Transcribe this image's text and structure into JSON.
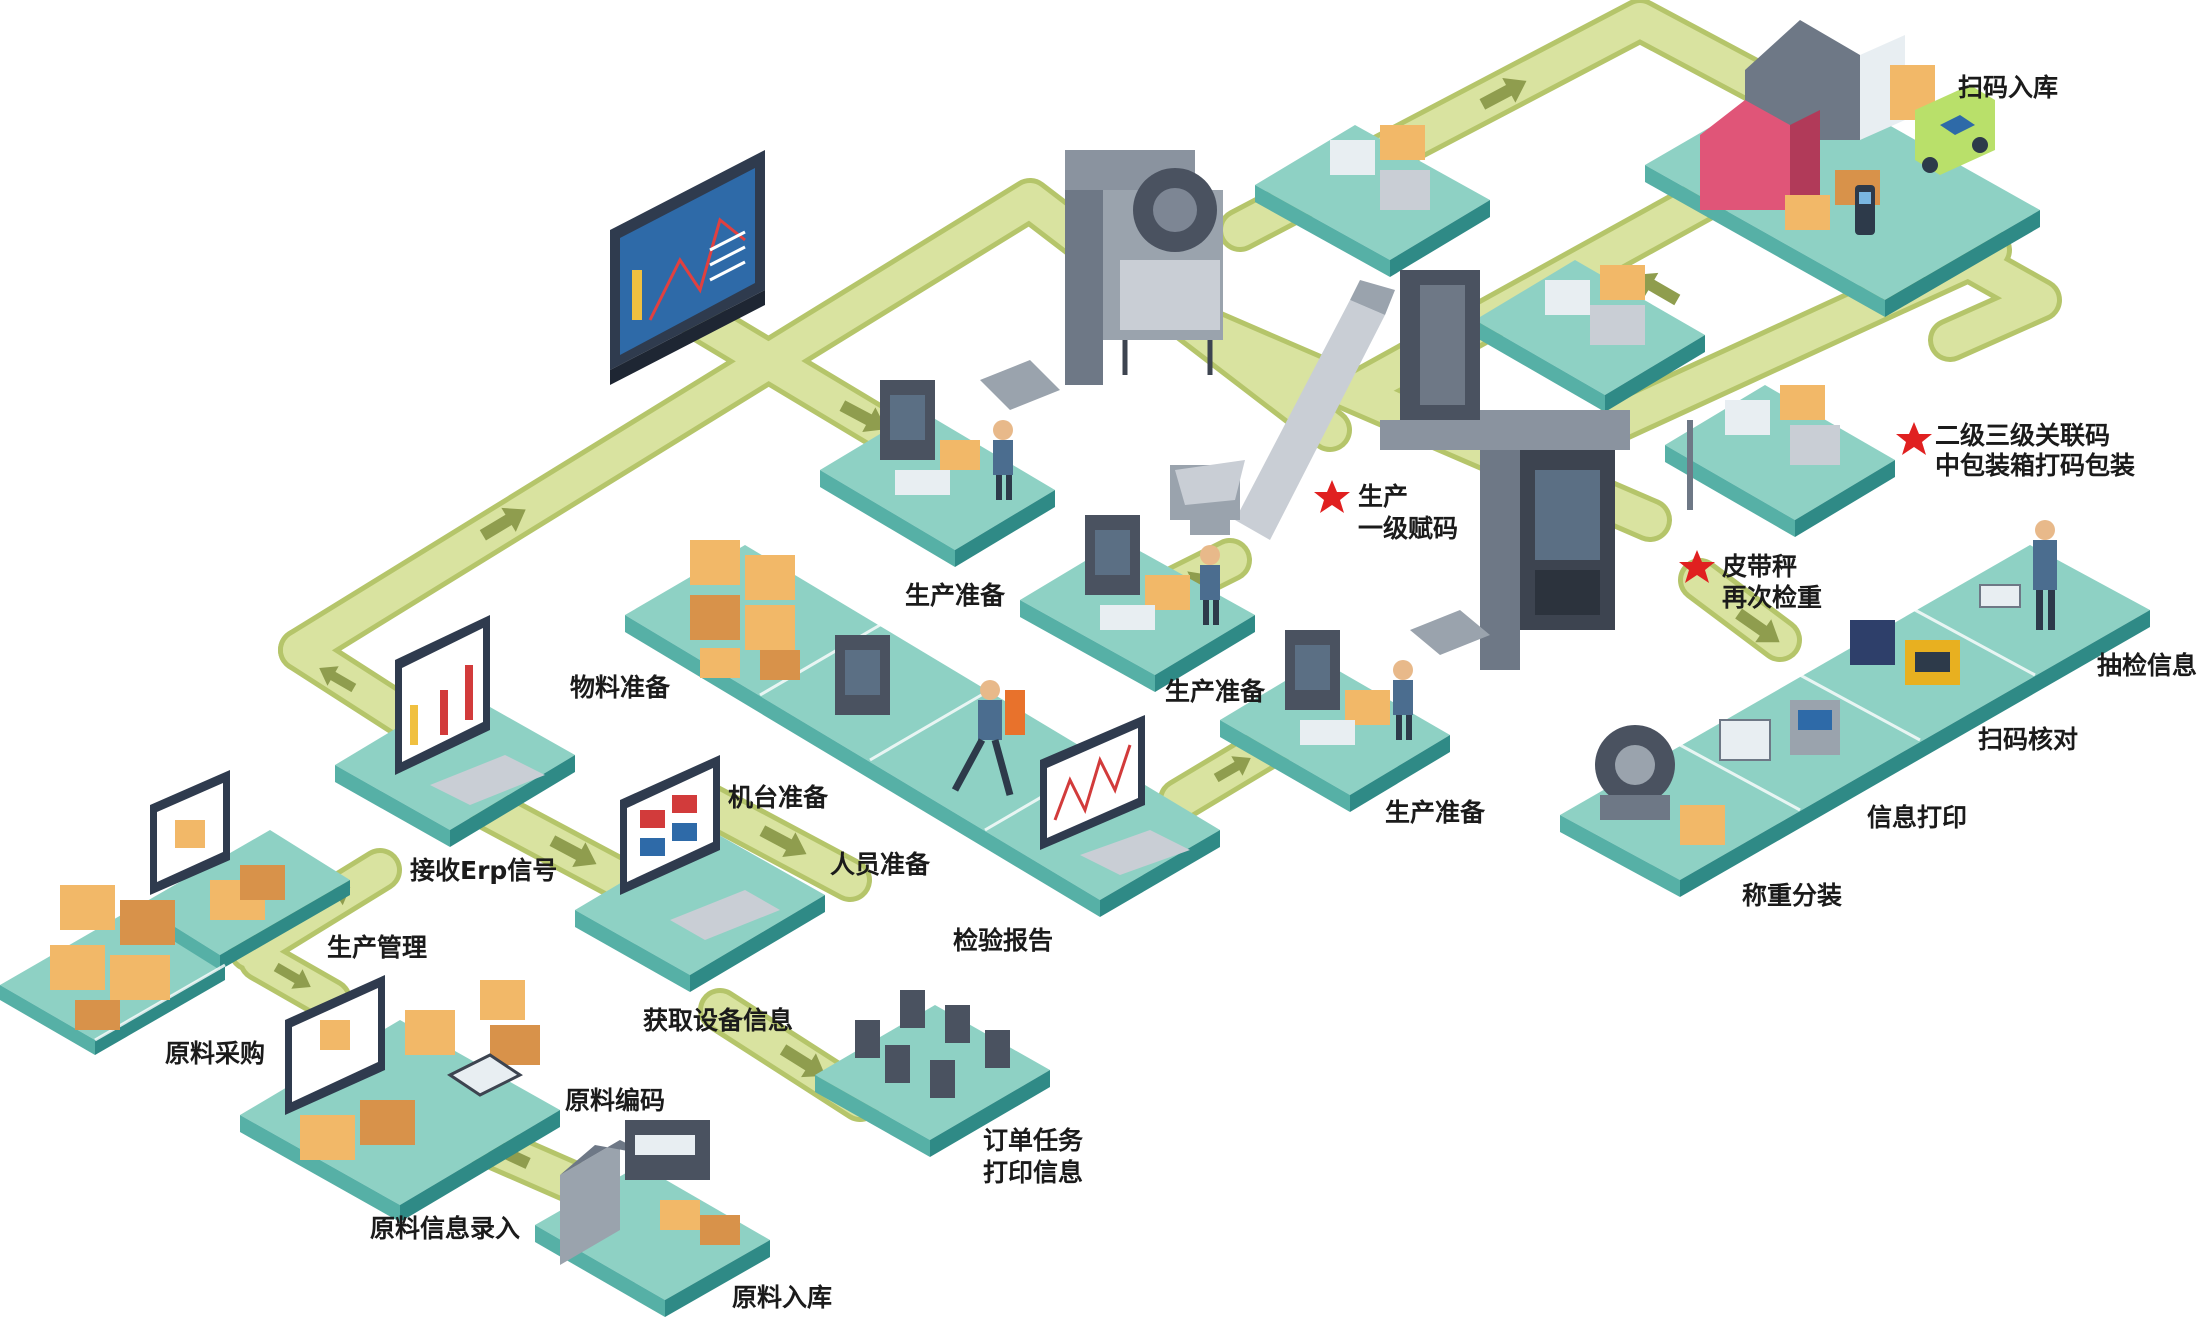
{
  "colors": {
    "platform_top": "#8ed1c4",
    "platform_side": "#2f8a86",
    "platform_front": "#56b0a6",
    "conveyor": "#d9e3a0",
    "conveyor_edge": "#b5c56a",
    "arrow": "#8f9d4e",
    "machine": "#6e7886",
    "machine_dark": "#3d4450",
    "box": "#f2b868",
    "box_dark": "#d8924a",
    "monitor": "#2f3b4e",
    "screen": "#2e6aa8",
    "star": "#e02020",
    "text": "#1b1b1b"
  },
  "icons": [
    "monitor-chart-icon",
    "warehouse-icon",
    "truck-icon",
    "scanner-icon",
    "worker-icon",
    "weigher-machine-icon",
    "packing-machine-icon",
    "printer-icon",
    "box-stack-icon",
    "label-printer-icon",
    "star-icon"
  ],
  "labels": {
    "sm_ruku": "扫码入库",
    "erji_1": "二级三级关联码",
    "erji_2": "中包装箱打码包装",
    "shengchan_1": "生产",
    "shengchan_2": "一级赋码",
    "pidai_1": "皮带秤",
    "pidai_2": "再次检重",
    "scz_a": "生产准备",
    "scz_b": "生产准备",
    "scz_c": "生产准备",
    "wuliao": "物料准备",
    "jitai": "机台准备",
    "renyuan": "人员准备",
    "jieshou": "接收Erp信号",
    "shengchan_guanli": "生产管理",
    "yuanliao_caigou": "原料采购",
    "yuanliao_bianma": "原料编码",
    "yuanliao_luru": "原料信息录入",
    "yuanliao_ruku": "原料入库",
    "huoqu": "获取设备信息",
    "jianyan": "检验报告",
    "dingdan_1": "订单任务",
    "dingdan_2": "打印信息",
    "choujian": "抽检信息",
    "saoma_hedui": "扫码核对",
    "xinxi_dayin": "信息打印",
    "chengzhong": "称重分装"
  }
}
